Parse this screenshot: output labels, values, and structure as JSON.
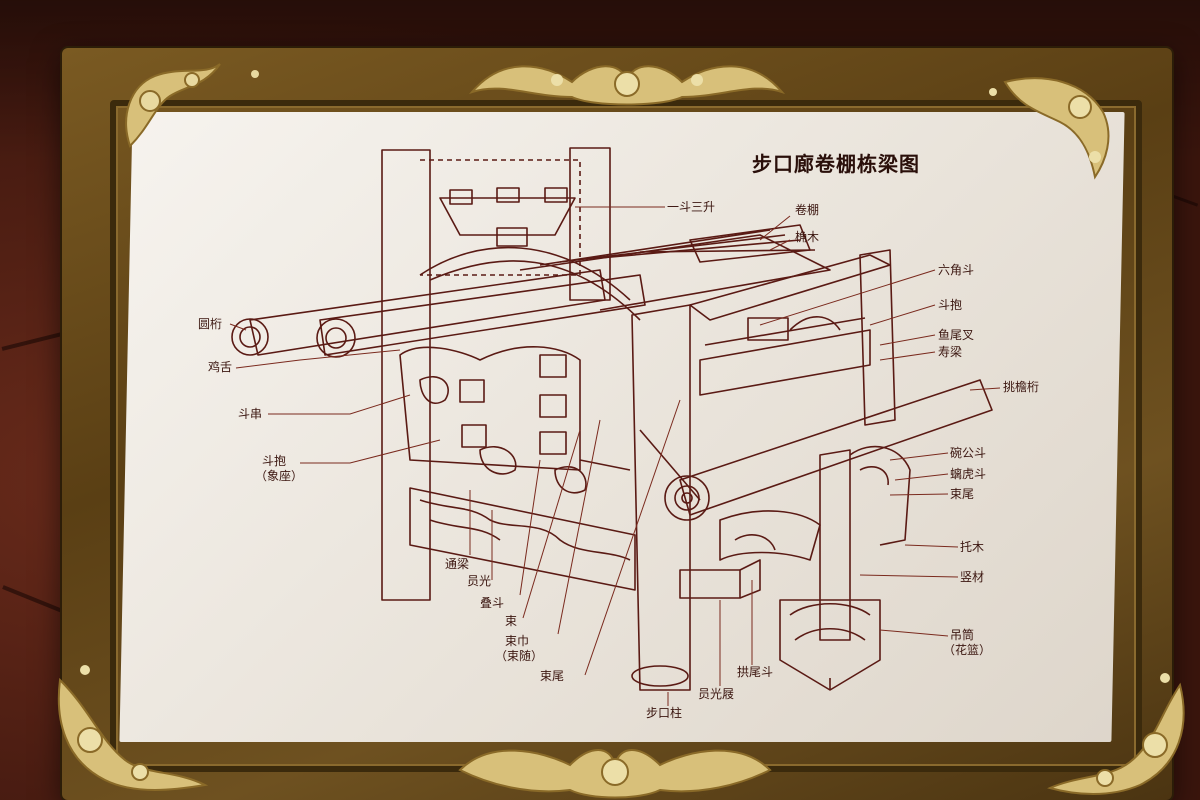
{
  "title": "步口廊卷棚栋梁图",
  "labels": {
    "yidou_sansheng": "一斗三升",
    "juanpeng": "卷棚",
    "tongmu": "桷木",
    "liujiaodou": "六角斗",
    "doubao_r": "斗抱",
    "yuweicha": "鱼尾叉",
    "shouliang": "寿梁",
    "tiaoyanheng": "挑檐桁",
    "yuanheng": "圆桁",
    "jishe": "鸡舌",
    "douchuan": "斗串",
    "doubao_l1": "斗抱",
    "doubao_l2": "（象座）",
    "wangongdou": "碗公斗",
    "chihudou": "螭虎斗",
    "shuwei_r": "束尾",
    "tuomu": "托木",
    "shucai": "竖材",
    "diaotong1": "吊筒",
    "diaotong2": "（花篮）",
    "tongliang": "通梁",
    "yuanguang": "员光",
    "diedou": "叠斗",
    "shu": "束",
    "shujin1": "束巾",
    "shujin2": "（束随）",
    "shuwei_b": "束尾",
    "buokouzhu": "步口柱",
    "yuanguangju": "员光屐",
    "gongweidou": "拱尾斗"
  },
  "colors": {
    "ink": "#5a1a14",
    "plate": "#ece7df",
    "brass": "#7a5a22",
    "floor": "#4a1d12"
  }
}
